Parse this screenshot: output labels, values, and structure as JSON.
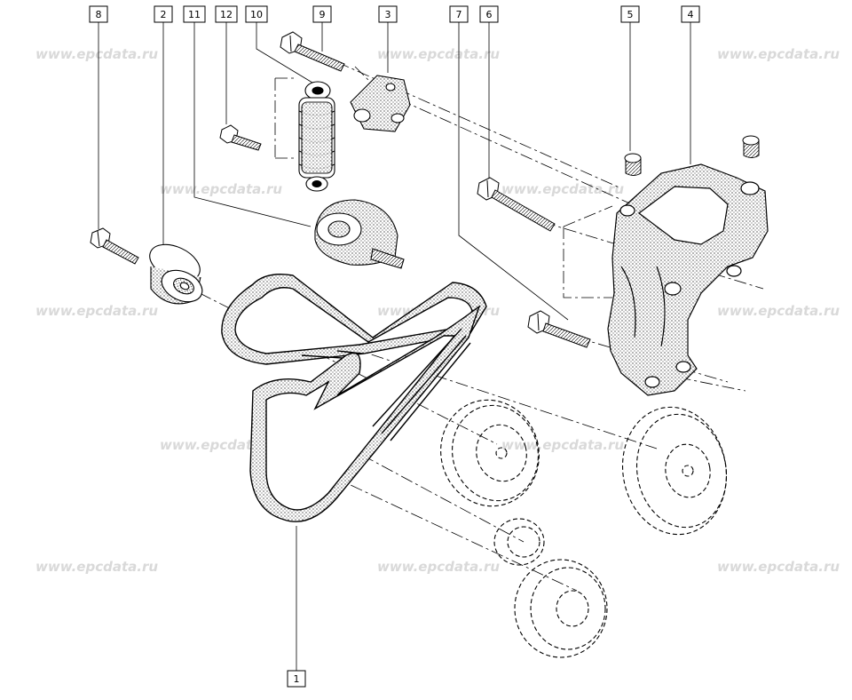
{
  "watermark": "www.epcdata.ru",
  "callouts": {
    "c1": "1",
    "c2": "2",
    "c3": "3",
    "c4": "4",
    "c5": "5",
    "c6": "6",
    "c7": "7",
    "c8": "8",
    "c9": "9",
    "c10": "10",
    "c11": "11",
    "c12": "12"
  }
}
